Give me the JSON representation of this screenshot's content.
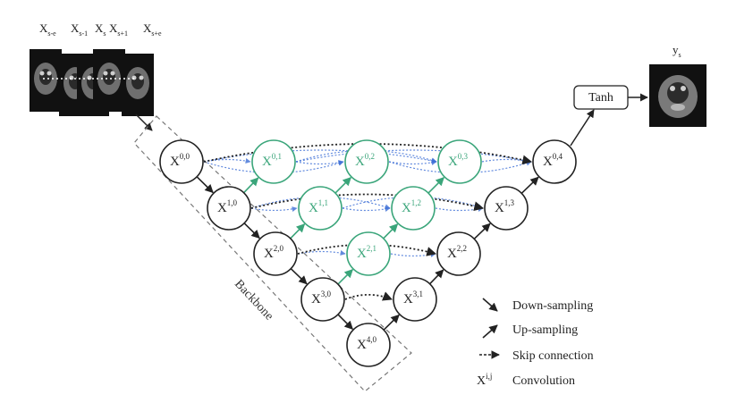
{
  "inputs": {
    "labels": [
      {
        "base": "X",
        "sub": "s-e"
      },
      {
        "base": "X",
        "sub": "s-1"
      },
      {
        "base": "X",
        "sub": "s"
      },
      {
        "base": "X",
        "sub": "s+1"
      },
      {
        "base": "X",
        "sub": "s+e"
      }
    ]
  },
  "output": {
    "base": "y",
    "sub": "s"
  },
  "activation": "Tanh",
  "backbone_label": "Backbone",
  "nodes": [
    {
      "id": "0-0",
      "base": "X",
      "sup": "0,0",
      "backbone": true,
      "color": "#222222"
    },
    {
      "id": "1-0",
      "base": "X",
      "sup": "1,0",
      "backbone": true,
      "color": "#222222"
    },
    {
      "id": "2-0",
      "base": "X",
      "sup": "2,0",
      "backbone": true,
      "color": "#222222"
    },
    {
      "id": "3-0",
      "base": "X",
      "sup": "3,0",
      "backbone": true,
      "color": "#222222"
    },
    {
      "id": "4-0",
      "base": "X",
      "sup": "4,0",
      "backbone": true,
      "color": "#222222"
    },
    {
      "id": "0-1",
      "base": "X",
      "sup": "0,1",
      "backbone": false,
      "color": "#3aa57a"
    },
    {
      "id": "0-2",
      "base": "X",
      "sup": "0,2",
      "backbone": false,
      "color": "#3aa57a"
    },
    {
      "id": "0-3",
      "base": "X",
      "sup": "0,3",
      "backbone": false,
      "color": "#3aa57a"
    },
    {
      "id": "1-1",
      "base": "X",
      "sup": "1,1",
      "backbone": false,
      "color": "#3aa57a"
    },
    {
      "id": "1-2",
      "base": "X",
      "sup": "1,2",
      "backbone": false,
      "color": "#3aa57a"
    },
    {
      "id": "2-1",
      "base": "X",
      "sup": "2,1",
      "backbone": false,
      "color": "#3aa57a"
    },
    {
      "id": "0-4",
      "base": "X",
      "sup": "0,4",
      "backbone": false,
      "color": "#222222"
    },
    {
      "id": "1-3",
      "base": "X",
      "sup": "1,3",
      "backbone": false,
      "color": "#222222"
    },
    {
      "id": "2-2",
      "base": "X",
      "sup": "2,2",
      "backbone": false,
      "color": "#222222"
    },
    {
      "id": "3-1",
      "base": "X",
      "sup": "3,1",
      "backbone": false,
      "color": "#222222"
    }
  ],
  "edges": {
    "down": [
      [
        "0-0",
        "1-0"
      ],
      [
        "1-0",
        "2-0"
      ],
      [
        "2-0",
        "3-0"
      ],
      [
        "3-0",
        "4-0"
      ]
    ],
    "up": [
      [
        "1-0",
        "0-1"
      ],
      [
        "2-0",
        "1-1"
      ],
      [
        "3-0",
        "2-1"
      ],
      [
        "4-0",
        "3-1"
      ],
      [
        "1-1",
        "0-2"
      ],
      [
        "2-1",
        "1-2"
      ],
      [
        "3-1",
        "2-2"
      ],
      [
        "1-2",
        "0-3"
      ],
      [
        "2-2",
        "1-3"
      ],
      [
        "1-3",
        "0-4"
      ]
    ],
    "skip_black": [
      [
        "0-0",
        "0-4"
      ],
      [
        "1-0",
        "1-3"
      ],
      [
        "2-0",
        "2-2"
      ],
      [
        "3-0",
        "3-1"
      ]
    ],
    "skip_blue": [
      [
        "0-0",
        "0-1"
      ],
      [
        "0-0",
        "0-2"
      ],
      [
        "0-0",
        "0-3"
      ],
      [
        "0-1",
        "0-2"
      ],
      [
        "0-1",
        "0-3"
      ],
      [
        "0-2",
        "0-3"
      ],
      [
        "0-1",
        "0-4"
      ],
      [
        "0-2",
        "0-4"
      ],
      [
        "0-3",
        "0-4"
      ],
      [
        "1-0",
        "1-1"
      ],
      [
        "1-0",
        "1-2"
      ],
      [
        "1-1",
        "1-2"
      ],
      [
        "1-1",
        "1-3"
      ],
      [
        "1-2",
        "1-3"
      ],
      [
        "2-0",
        "2-1"
      ],
      [
        "2-1",
        "2-2"
      ]
    ]
  },
  "legend": {
    "down": "Down-sampling",
    "up": "Up-sampling",
    "skip": "Skip connection",
    "conv_symbol_base": "X",
    "conv_symbol_sup": "i,j",
    "conv": "Convolution"
  },
  "colors": {
    "backbone": "#222222",
    "nested": "#3aa57a",
    "dense_skip": "#3d6fd6",
    "arrow": "#222222"
  }
}
